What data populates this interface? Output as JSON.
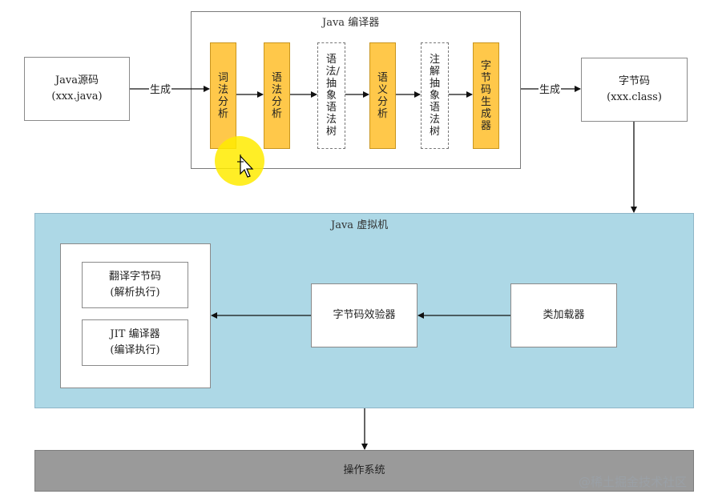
{
  "compiler": {
    "title": "Java 编译器",
    "stages": [
      "词法分析",
      "语法分析",
      "语法/抽象语法树",
      "语义分析",
      "注解抽象语法树",
      "字节码生成器"
    ]
  },
  "source": {
    "line1": "Java源码",
    "line2": "(xxx.java)"
  },
  "bytecode": {
    "line1": "字节码",
    "line2": "(xxx.class)"
  },
  "edges": {
    "generate_left": "生成",
    "generate_right": "生成"
  },
  "jvm": {
    "title": "Java 虚拟机",
    "interpreter": {
      "line1": "翻译字节码",
      "line2": "(解析执行)"
    },
    "jit": {
      "line1": "JIT 编译器",
      "line2": "(编译执行)"
    },
    "verifier": "字节码效验器",
    "classloader": "类加载器"
  },
  "os": {
    "label": "操作系统"
  },
  "watermark": "@稀土掘金技术社区"
}
